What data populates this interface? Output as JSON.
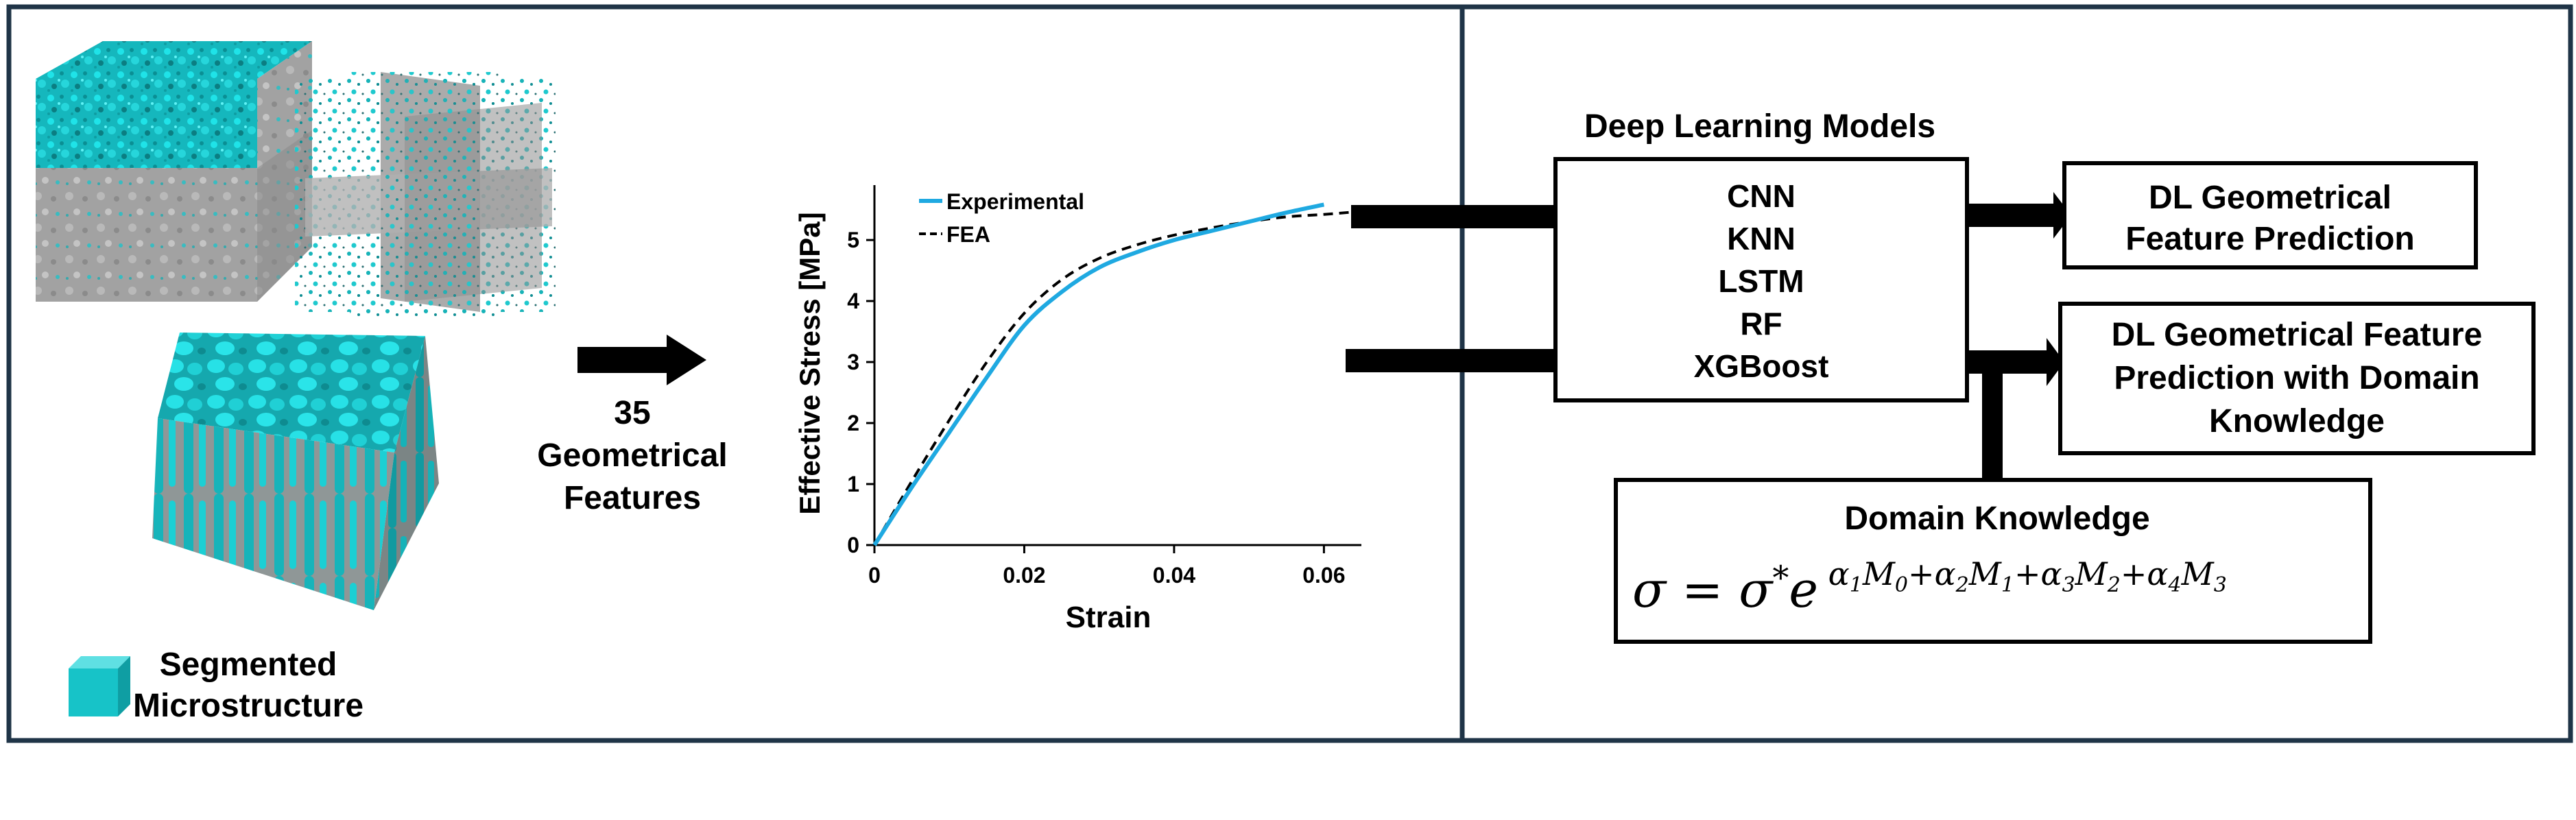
{
  "colors": {
    "frame": "#1f3447",
    "cyan": "#17c3c8",
    "experimental_curve": "#1fa9e1",
    "fea_curve": "#000000",
    "gray": "#a3a3a3",
    "black": "#000000"
  },
  "left_panel": {
    "features_count": "35",
    "features_line1": "Geometrical",
    "features_line2": "Features",
    "segmented_line1": "Segmented",
    "segmented_line2": "Microstructure",
    "legend_cube_icon": "cube-icon"
  },
  "chart_data": {
    "type": "line",
    "xlabel": "Strain",
    "ylabel": "Effective Stress [MPa]",
    "xlim": [
      0,
      0.065
    ],
    "ylim": [
      0,
      5.9
    ],
    "x_ticks": [
      "0",
      "0.02",
      "0.04",
      "0.06"
    ],
    "x_tick_values": [
      0,
      0.02,
      0.04,
      0.06
    ],
    "y_ticks": [
      "0",
      "1",
      "2",
      "3",
      "4",
      "5"
    ],
    "y_tick_values": [
      0,
      1,
      2,
      3,
      4,
      5
    ],
    "grid": false,
    "legend_position": "top-left",
    "series": [
      {
        "name": "Experimental",
        "style": "solid",
        "x": [
          0,
          0.005,
          0.01,
          0.015,
          0.02,
          0.025,
          0.03,
          0.035,
          0.04,
          0.045,
          0.05,
          0.055,
          0.06
        ],
        "y": [
          0,
          0.95,
          1.85,
          2.75,
          3.6,
          4.15,
          4.55,
          4.8,
          5.0,
          5.15,
          5.3,
          5.45,
          5.58
        ]
      },
      {
        "name": "FEA",
        "style": "dashed",
        "x": [
          0,
          0.005,
          0.01,
          0.015,
          0.02,
          0.025,
          0.03,
          0.035,
          0.04,
          0.045,
          0.05,
          0.055,
          0.06,
          0.065
        ],
        "y": [
          0,
          1.05,
          2.05,
          3.0,
          3.8,
          4.35,
          4.7,
          4.92,
          5.08,
          5.2,
          5.3,
          5.38,
          5.42,
          5.47
        ]
      }
    ]
  },
  "right_panel": {
    "models_title": "Deep Learning Models",
    "models": [
      "CNN",
      "KNN",
      "LSTM",
      "RF",
      "XGBoost"
    ],
    "prediction1_line1": "DL Geometrical",
    "prediction1_line2": "Feature Prediction",
    "prediction2_line1": "DL Geometrical Feature",
    "prediction2_line2": "Prediction with Domain",
    "prediction2_line3": "Knowledge",
    "domain_title": "Domain Knowledge",
    "equation": {
      "lhs": "σ = σ",
      "star": "*",
      "base": "e",
      "exponent": [
        {
          "coef": "α",
          "coef_sub": "1",
          "var": "M",
          "var_sub": "0"
        },
        {
          "coef": "α",
          "coef_sub": "2",
          "var": "M",
          "var_sub": "1"
        },
        {
          "coef": "α",
          "coef_sub": "3",
          "var": "M",
          "var_sub": "2"
        },
        {
          "coef": "α",
          "coef_sub": "4",
          "var": "M",
          "var_sub": "3"
        }
      ],
      "plus": "+"
    }
  }
}
